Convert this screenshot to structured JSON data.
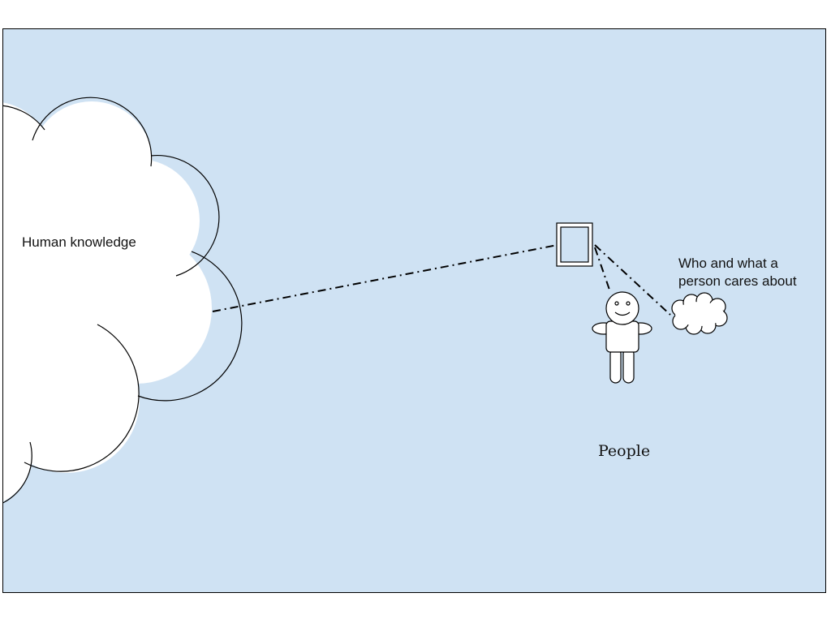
{
  "diagram": {
    "background_color": "#cfe2f3",
    "nodes": {
      "knowledge_cloud": {
        "label": "Human knowledge",
        "shape": "cloud"
      },
      "device": {
        "shape": "rectangle",
        "label": ""
      },
      "person": {
        "shape": "stick-figure",
        "caption": "People"
      },
      "cares_cloud": {
        "shape": "cloud",
        "label": "Who and what a\nperson cares about"
      }
    },
    "edges": [
      {
        "from": "knowledge_cloud",
        "to": "device",
        "style": "dash-dot"
      },
      {
        "from": "device",
        "to": "person",
        "style": "dash-dot"
      },
      {
        "from": "device",
        "to": "cares_cloud",
        "style": "dash-dot"
      }
    ]
  }
}
